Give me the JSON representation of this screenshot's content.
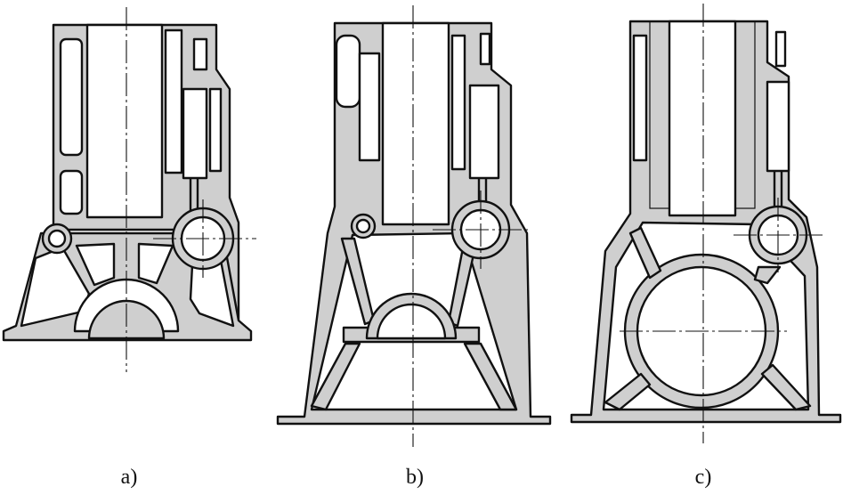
{
  "captions": {
    "a": "a)",
    "b": "b)",
    "c": "c)"
  },
  "colors": {
    "wall": "#cfcfcf",
    "outline": "#111111",
    "background": "#ffffff"
  }
}
